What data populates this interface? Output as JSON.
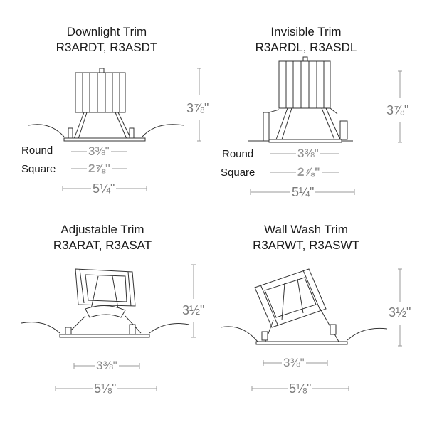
{
  "panels": [
    {
      "title_line1": "Downlight Trim",
      "title_line2": "R3ARDT, R3ASDT",
      "height_dim": "3⅞\"",
      "round_label": "Round",
      "square_label": "Square",
      "round_dim": "3⅜\"",
      "square_dim": "2⅞\"",
      "overall_dim": "5¼\""
    },
    {
      "title_line1": "Invisible Trim",
      "title_line2": "R3ARDL, R3ASDL",
      "height_dim": "3⅞\"",
      "round_label": "Round",
      "square_label": "Square",
      "round_dim": "3⅜\"",
      "square_dim": "2⅞\"",
      "overall_dim": "5¼\""
    },
    {
      "title_line1": "Adjustable Trim",
      "title_line2": "R3ARAT, R3ASAT",
      "height_dim": "3½\"",
      "inner_dim": "3⅜\"",
      "overall_dim": "5⅛\""
    },
    {
      "title_line1": "Wall Wash Trim",
      "title_line2": "R3ARWT, R3ASWT",
      "height_dim": "3½\"",
      "inner_dim": "3⅜\"",
      "overall_dim": "5⅛\""
    }
  ]
}
